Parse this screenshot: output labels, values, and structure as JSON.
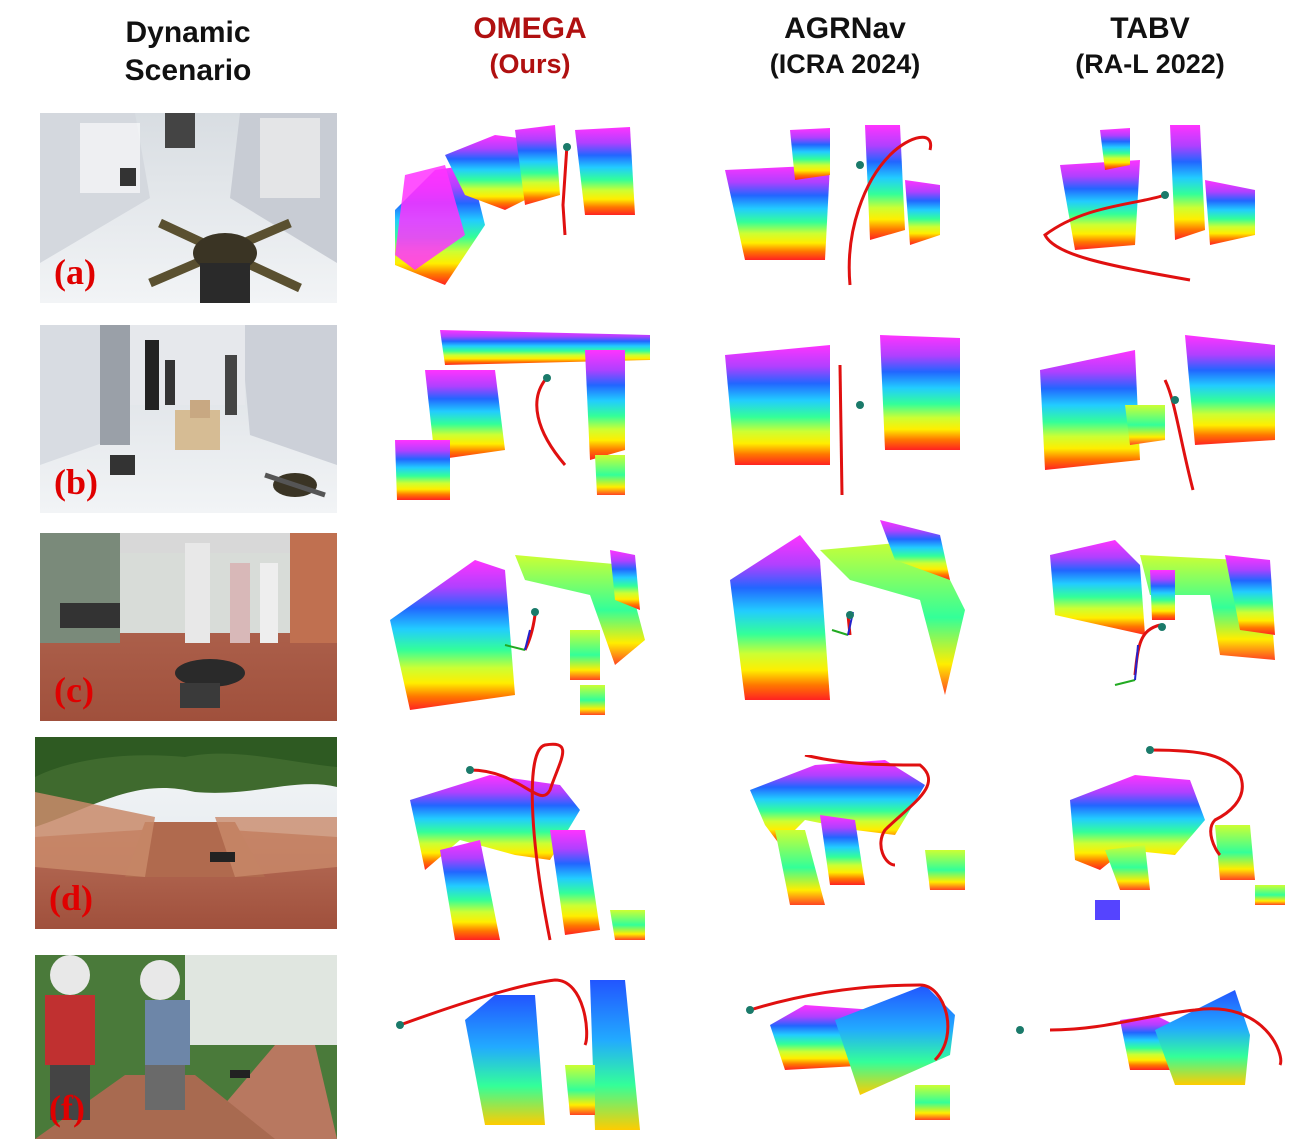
{
  "headers": {
    "scenario": {
      "line1": "Dynamic",
      "line2": "Scenario"
    },
    "omega": {
      "title": "OMEGA",
      "sub": "(Ours)"
    },
    "agrnav": {
      "title": "AGRNav",
      "sub": "(ICRA 2024)"
    },
    "tabv": {
      "title": "TABV",
      "sub": "(RA-L 2022)"
    }
  },
  "rows": [
    {
      "label": "(a)"
    },
    {
      "label": "(b)"
    },
    {
      "label": "(c)"
    },
    {
      "label": "(d)"
    },
    {
      "label": "(f)"
    }
  ],
  "colors": {
    "label_red": "#e00000",
    "ours_title": "#b01010",
    "trajectory": "#e01010",
    "goal_marker": "#1a7a6a",
    "voxel_gradient": [
      "#ff33ff",
      "#a040ff",
      "#2266ff",
      "#22ccff",
      "#33ff99",
      "#ccff33",
      "#ffee00",
      "#ff7700",
      "#ff2222"
    ]
  }
}
